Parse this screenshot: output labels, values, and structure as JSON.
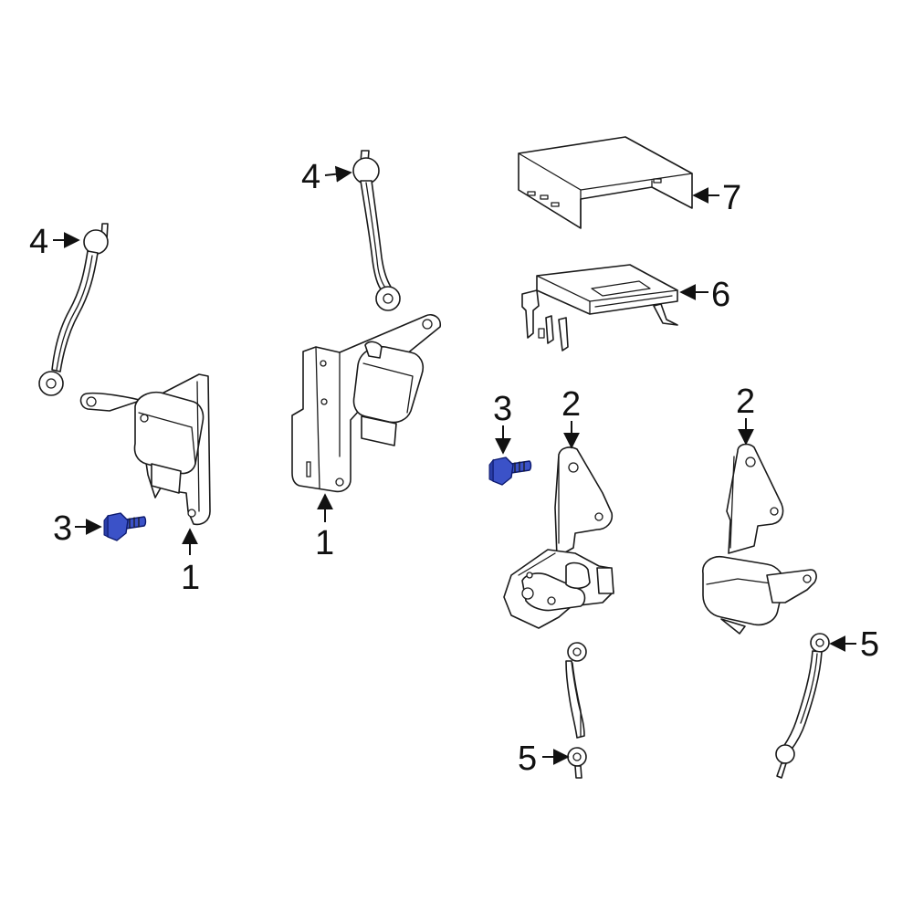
{
  "diagram": {
    "callouts": [
      {
        "id": "c4a",
        "label": "4"
      },
      {
        "id": "c4b",
        "label": "4"
      },
      {
        "id": "c7",
        "label": "7"
      },
      {
        "id": "c6",
        "label": "6"
      },
      {
        "id": "c3a",
        "label": "3"
      },
      {
        "id": "c1a",
        "label": "1"
      },
      {
        "id": "c1b",
        "label": "1"
      },
      {
        "id": "c3b",
        "label": "3"
      },
      {
        "id": "c2a",
        "label": "2"
      },
      {
        "id": "c2b",
        "label": "2"
      },
      {
        "id": "c5a",
        "label": "5"
      },
      {
        "id": "c5b",
        "label": "5"
      }
    ],
    "colors": {
      "line": "#1a1a1a",
      "bolt_highlight": "#3b52c8"
    }
  }
}
